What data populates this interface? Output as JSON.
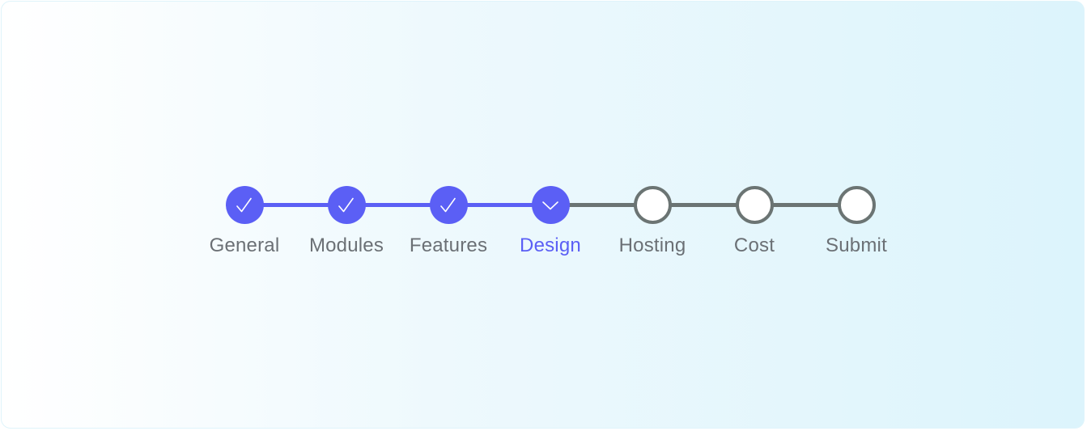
{
  "colors": {
    "accent": "#5b5ff5",
    "muted_line": "#6b7473",
    "label": "#6b7075"
  },
  "stepper": {
    "current_step": 4,
    "steps": [
      {
        "label": "General",
        "state": "completed",
        "icon": "checkmark-icon"
      },
      {
        "label": "Modules",
        "state": "completed",
        "icon": "checkmark-icon"
      },
      {
        "label": "Features",
        "state": "completed",
        "icon": "checkmark-icon"
      },
      {
        "label": "Design",
        "state": "active",
        "icon": "chevron-down-icon"
      },
      {
        "label": "Hosting",
        "state": "pending",
        "icon": "empty-circle-icon"
      },
      {
        "label": "Cost",
        "state": "pending",
        "icon": "empty-circle-icon"
      },
      {
        "label": "Submit",
        "state": "pending",
        "icon": "empty-circle-icon"
      }
    ]
  }
}
